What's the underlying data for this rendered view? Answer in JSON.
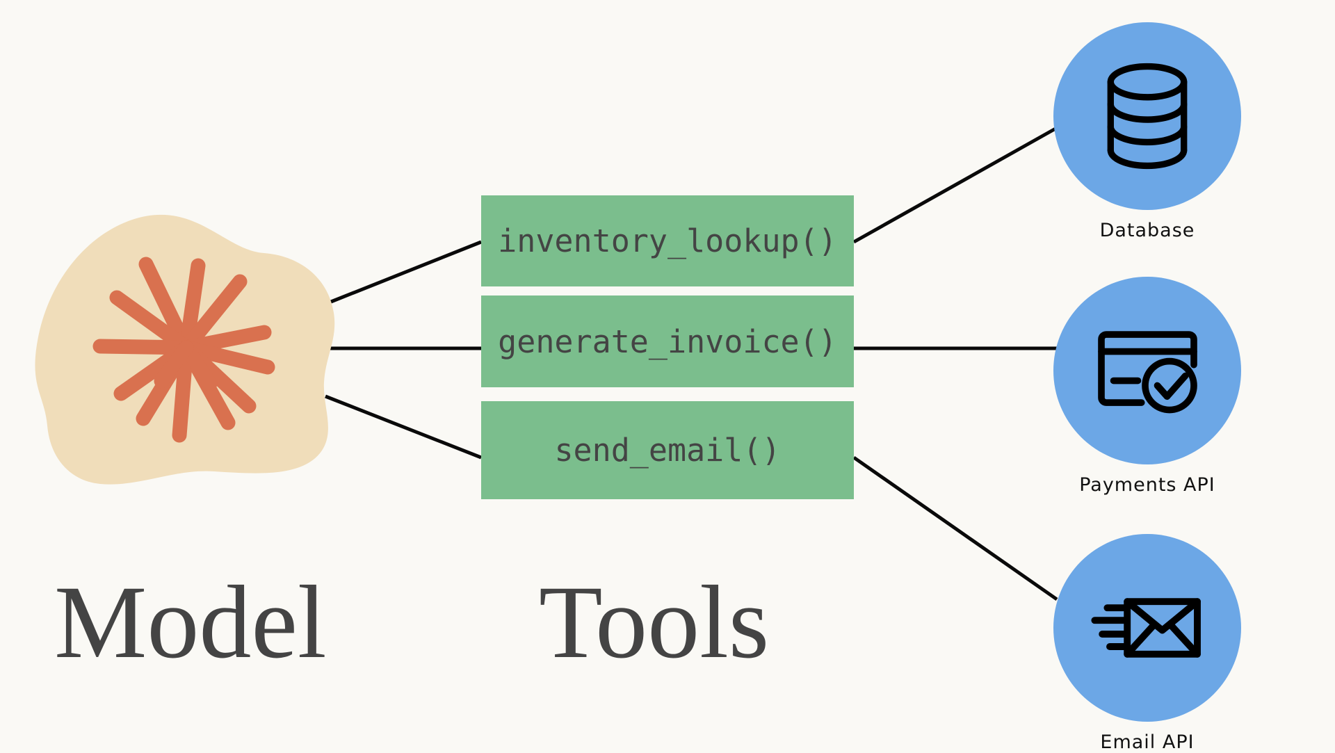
{
  "diagram": {
    "title_hidden": "",
    "background_color": "#faf9f5",
    "columns": [
      {
        "caption": "Model"
      },
      {
        "caption": "Tools"
      }
    ]
  },
  "model": {
    "caption": "Model",
    "blob_color": "#f0ddba",
    "burst_color": "#d9714f",
    "icon": "starburst-icon"
  },
  "tools": {
    "caption": "Tools",
    "box_color": "#7bbe8d",
    "text_color": "#444444",
    "items": [
      {
        "label": "inventory_lookup()",
        "name": "tool-inventory-lookup"
      },
      {
        "label": "generate_invoice()",
        "name": "tool-generate-invoice"
      },
      {
        "label": "send_email()",
        "name": "tool-send-email"
      }
    ]
  },
  "services": {
    "circle_color": "#6ca7e6",
    "items": [
      {
        "label": "Database",
        "icon": "database-icon"
      },
      {
        "label": "Payments API",
        "icon": "credit-card-check-icon"
      },
      {
        "label": "Email API",
        "icon": "envelope-send-icon"
      }
    ]
  },
  "connectors": {
    "color": "#0a0a0a",
    "width": 5,
    "left_edges": [
      {
        "from": "model",
        "to": "inventory_lookup()"
      },
      {
        "from": "model",
        "to": "generate_invoice()"
      },
      {
        "from": "model",
        "to": "send_email()"
      }
    ],
    "right_edges": [
      {
        "from": "inventory_lookup()",
        "to": "Database"
      },
      {
        "from": "generate_invoice()",
        "to": "Payments API"
      },
      {
        "from": "send_email()",
        "to": "Email API"
      }
    ]
  }
}
